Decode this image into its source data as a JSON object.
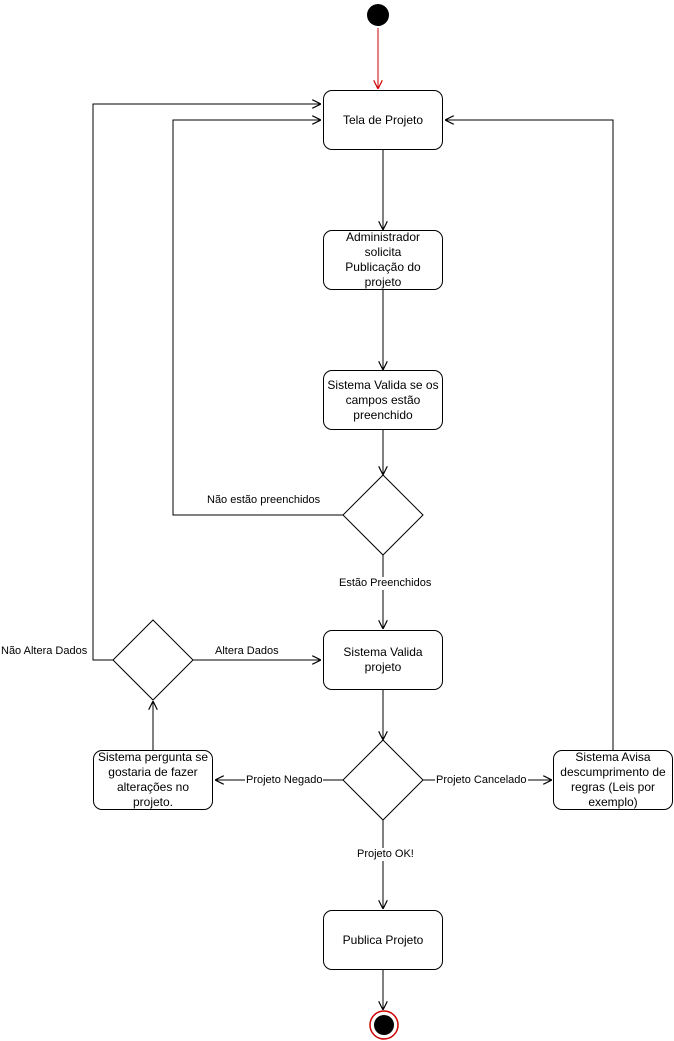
{
  "colors": {
    "stroke": "#000000",
    "initial_flow": "#cc0000",
    "final_ring": "#cc0000"
  },
  "nodes": {
    "tela_projeto": "Tela de Projeto",
    "admin_solicita": "Administrador solicita\nPublicação do projeto",
    "sistema_valida_campos": "Sistema Valida se os\ncampos estão\npreenchido",
    "sistema_valida_projeto": "Sistema Valida\nprojeto",
    "sistema_pergunta": "Sistema pergunta se\ngostaria de fazer\nalterações no projeto.",
    "sistema_avisa": "Sistema Avisa\ndescumprimento de\nregras (Leis por\nexemplo)",
    "publica_projeto": "Publica Projeto"
  },
  "edge_labels": {
    "nao_preenchidos": "Não estão preenchidos",
    "preenchidos": "Estão Preenchidos",
    "nao_altera": "Não Altera Dados",
    "altera": "Altera Dados",
    "negado": "Projeto Negado",
    "cancelado": "Projeto Cancelado",
    "ok": "Projeto OK!"
  }
}
